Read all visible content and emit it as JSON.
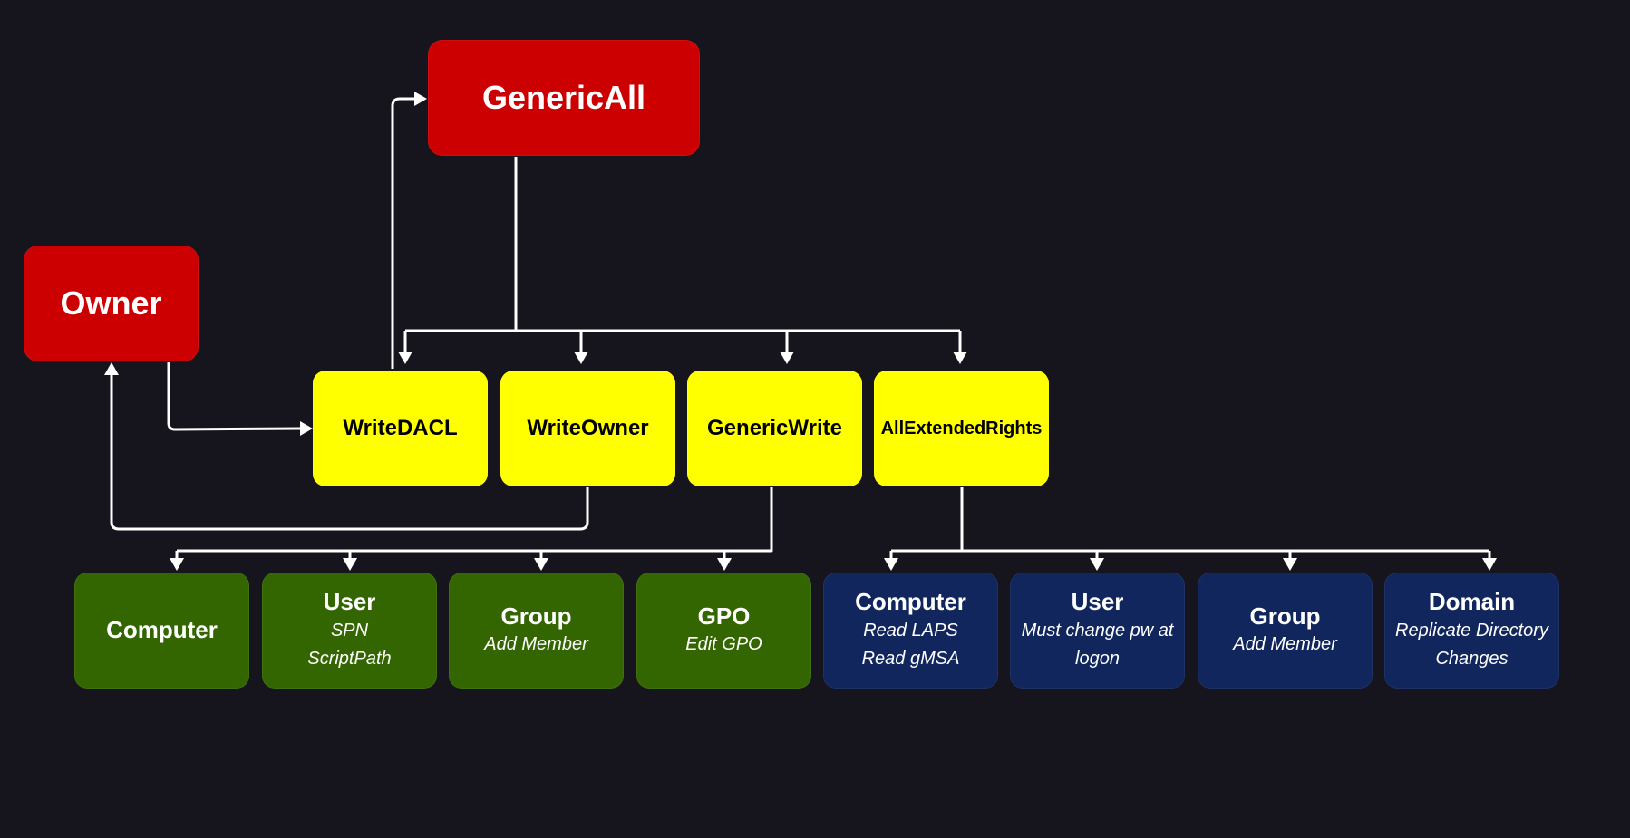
{
  "diagram": {
    "nodes": {
      "genericall": {
        "title": "GenericAll"
      },
      "owner": {
        "title": "Owner"
      },
      "writedacl": {
        "title": "WriteDACL"
      },
      "writeowner": {
        "title": "WriteOwner"
      },
      "genericwrite": {
        "title": "GenericWrite"
      },
      "allextendedrights": {
        "title": "AllExtendedRights"
      },
      "gw_computer": {
        "title": "Computer"
      },
      "gw_user": {
        "title": "User",
        "details": [
          "SPN",
          "ScriptPath"
        ]
      },
      "gw_group": {
        "title": "Group",
        "details": [
          "Add Member"
        ]
      },
      "gw_gpo": {
        "title": "GPO",
        "details": [
          "Edit GPO"
        ]
      },
      "aer_computer": {
        "title": "Computer",
        "details": [
          "Read LAPS",
          "Read gMSA"
        ]
      },
      "aer_user": {
        "title": "User",
        "details": [
          "Must change pw at",
          "logon"
        ]
      },
      "aer_group": {
        "title": "Group",
        "details": [
          "Add Member"
        ]
      },
      "aer_domain": {
        "title": "Domain",
        "details": [
          "Replicate Directory",
          "Changes"
        ]
      }
    },
    "colors": {
      "background": "#16141d",
      "red": "#cc0000",
      "yellow": "#ffff00",
      "green": "#336600",
      "blue": "#10265c",
      "edge": "#ffffff"
    }
  }
}
